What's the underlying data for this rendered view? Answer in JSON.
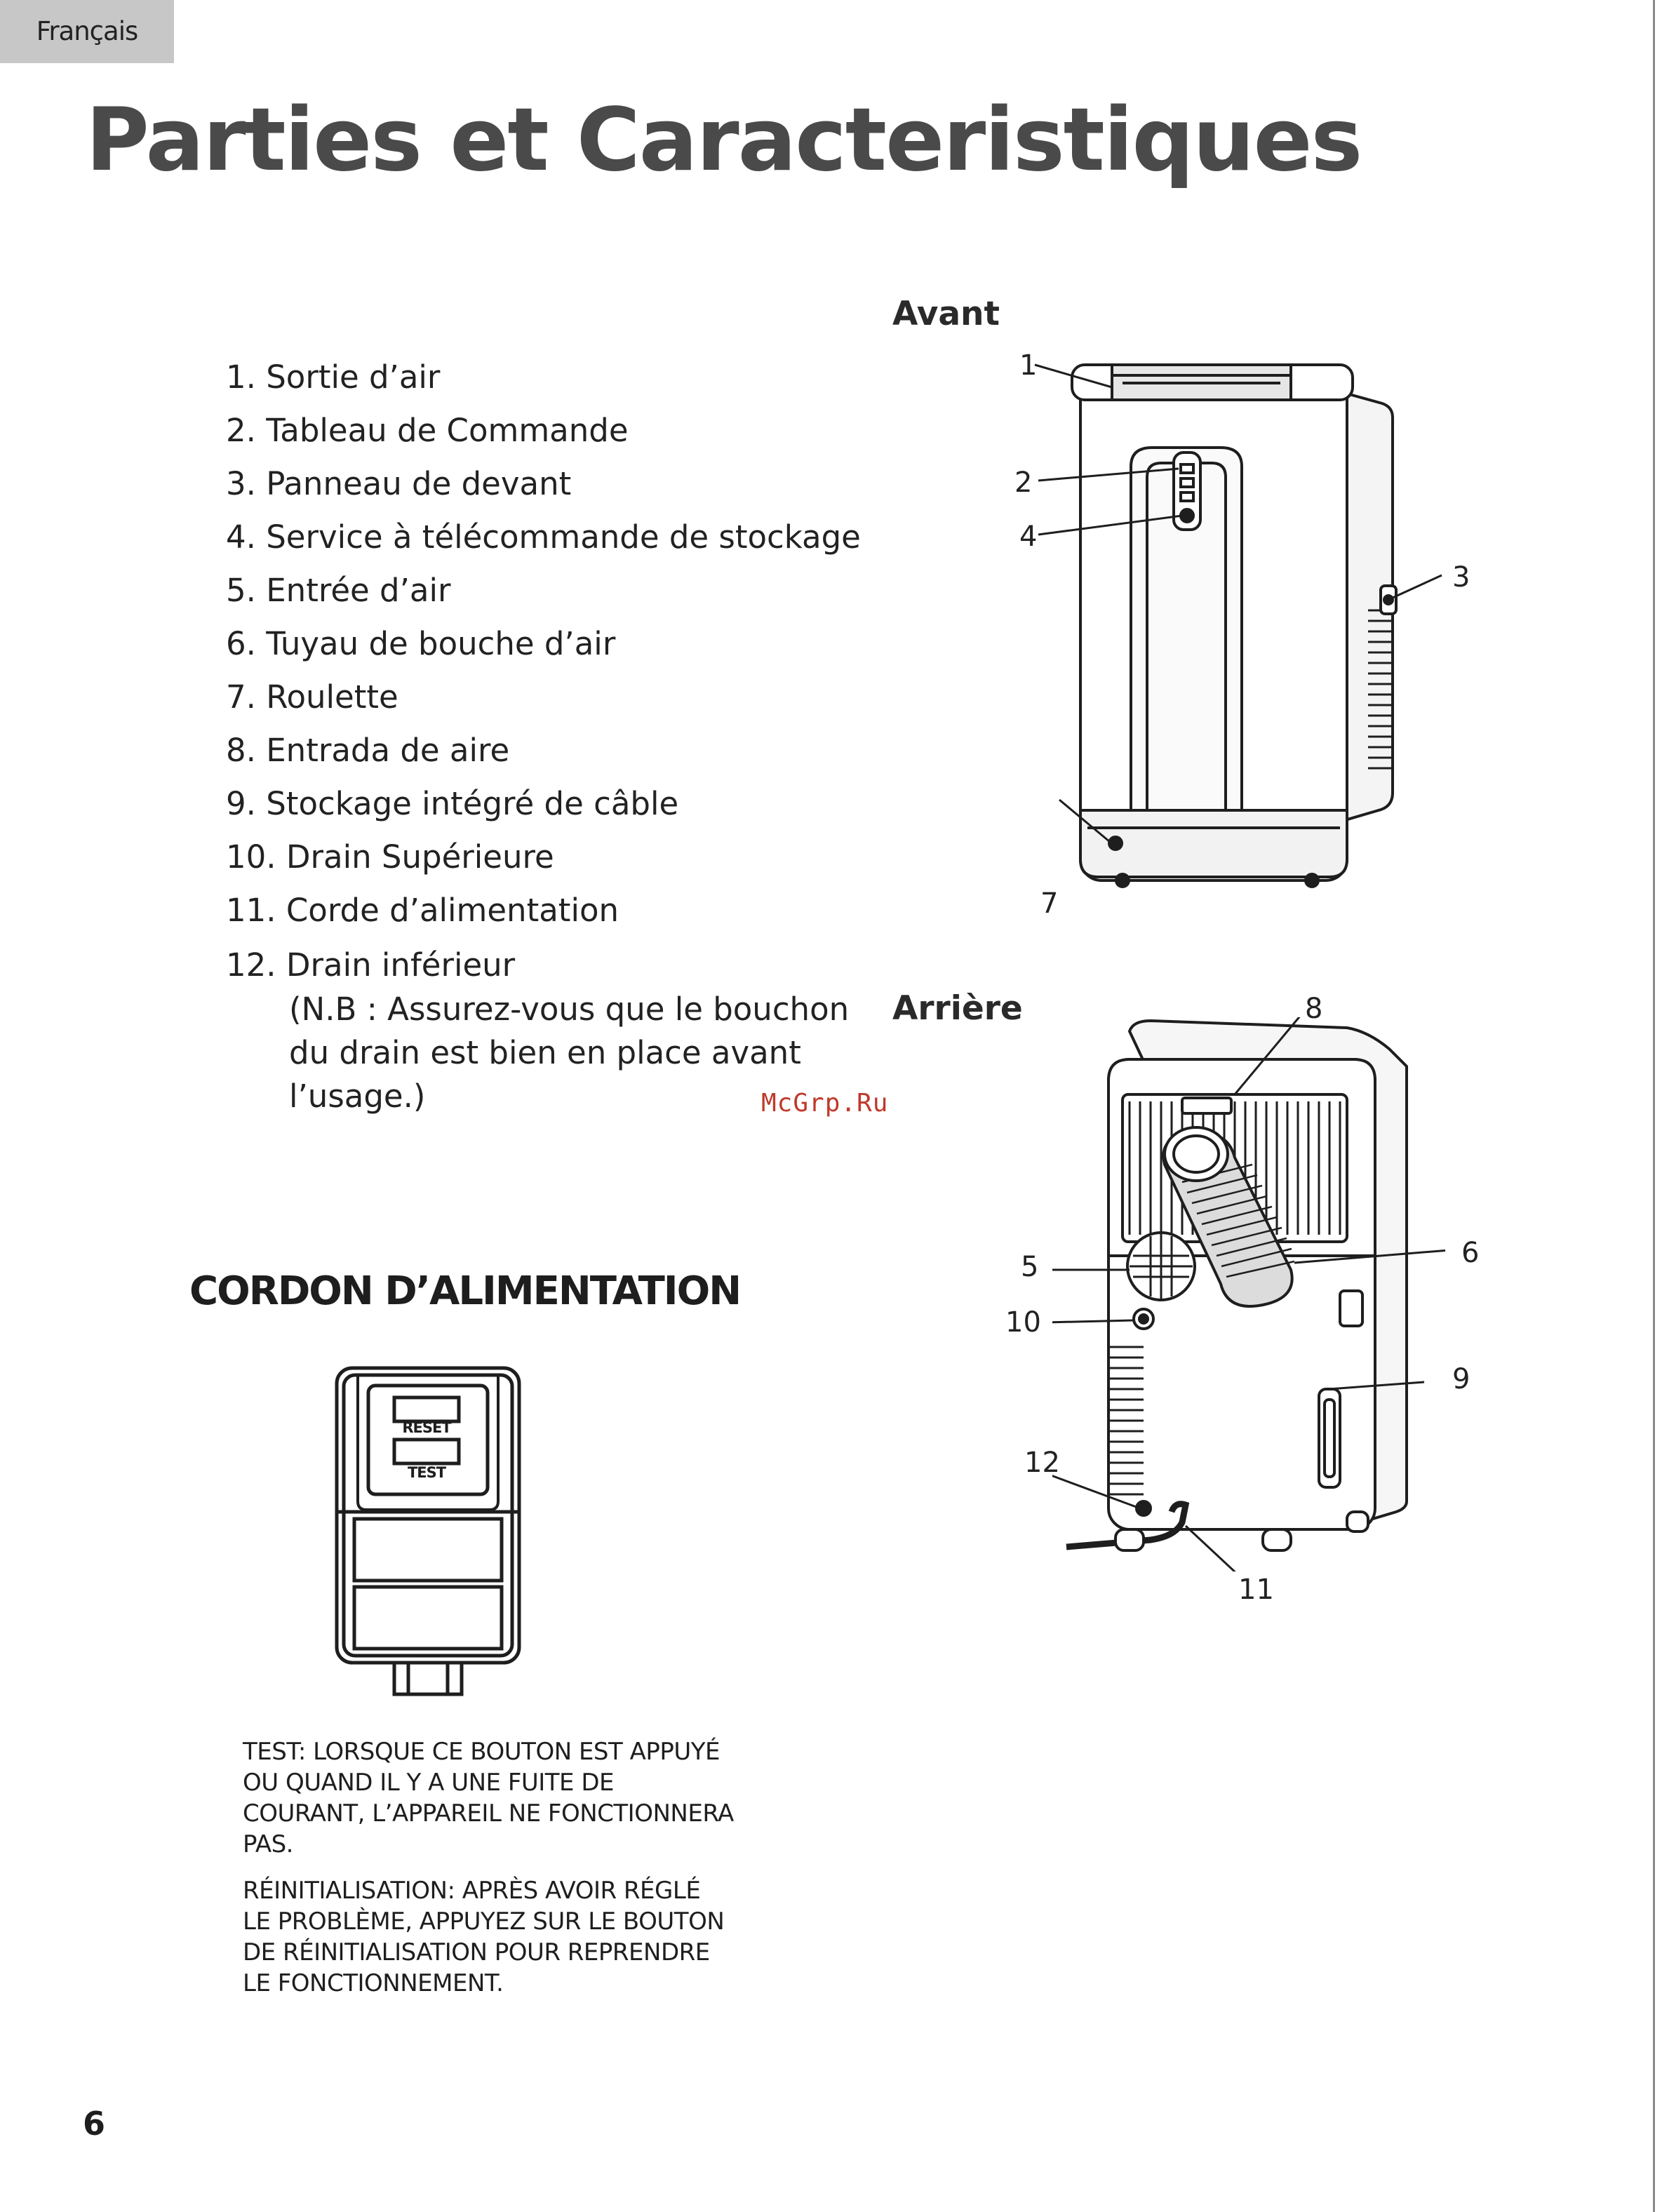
{
  "language_tab": "Français",
  "title": "Parties et Caracteristiques",
  "front_label": "Avant",
  "rear_label": "Arrière",
  "parts": [
    "1. Sortie d’air",
    "2. Tableau de Commande",
    "3. Panneau de devant",
    "4. Service à télécommande de stockage",
    "5. Entrée d’air",
    "6. Tuyau de bouche d’air",
    "7. Roulette",
    "8. Entrada de aire",
    "9. Stockage intégré de câble",
    "10. Drain Supérieure",
    "11. Corde d’alimentation"
  ],
  "last_part": "12. Drain inférieur",
  "last_part_note": [
    "(N.B : Assurez-vous que le bouchon",
    "du drain est bien en place avant",
    "l’usage.)"
  ],
  "front_callouts": [
    "1",
    "2",
    "4",
    "3",
    "7"
  ],
  "rear_callouts": [
    "8",
    "5",
    "10",
    "6",
    "9",
    "12",
    "11"
  ],
  "watermark": "McGrp.Ru",
  "cord_heading": "CORDON D’ALIMENTATION",
  "plug_buttons": {
    "reset": "RESET",
    "test": "TEST"
  },
  "test_paragraph": "TEST: LORSQUE CE BOUTON EST APPUYÉ OU QUAND IL Y A UNE FUITE DE COURANT, L’APPAREIL NE FONCTIONNERA PAS.",
  "reset_paragraph": "RÉINITIALISATION: APRÈS AVOIR RÉGLÉ LE PROBLÈME, APPUYEZ SUR LE BOUTON DE RÉINITIALISATION POUR REPRENDRE LE FONCTIONNEMENT.",
  "page_number": "6"
}
